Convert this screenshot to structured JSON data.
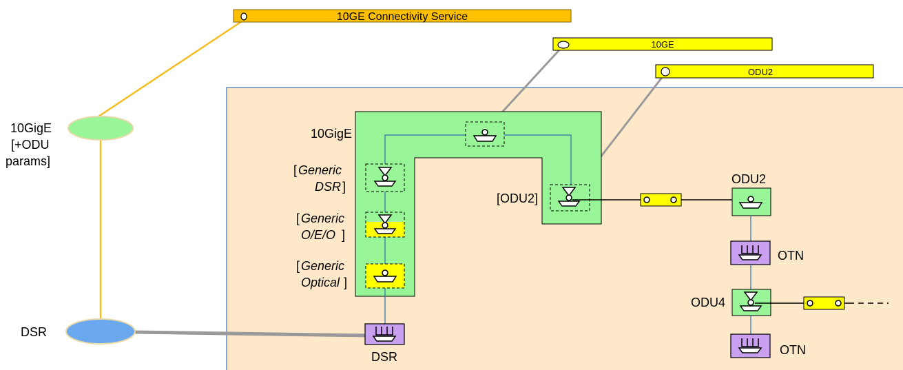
{
  "banners": {
    "service": "10GE Connectivity Service",
    "ge": "10GE",
    "odu2": "ODU2"
  },
  "left": {
    "top_line1": "10GigE",
    "top_line2": "[+ODU",
    "top_line3": "params]",
    "bottom": "DSR"
  },
  "main": {
    "label_10gige": "10GigE",
    "generic_dsr": {
      "open": "[",
      "line1": "Generic",
      "line2": "DSR",
      "close": "]"
    },
    "generic_oeo": {
      "open": "[",
      "line1": "Generic",
      "line2": "O/E/O",
      "close": "]"
    },
    "generic_optical": {
      "open": "[",
      "line1": "Generic",
      "line2": "Optical",
      "close": "]"
    },
    "odu2_bracket": "[ODU2]",
    "dsr_label": "DSR",
    "odu2_label": "ODU2",
    "otn_top": "OTN",
    "odu4_label": "ODU4",
    "otn_bottom": "OTN"
  },
  "colors": {
    "panel_bg": "#fde9c9",
    "panel_border": "#5b8ec6",
    "green": "#98f598",
    "yellow": "#ffff00",
    "orange": "#ffc000",
    "purple": "#c9a0f0",
    "blue_ellipse": "#6aa9ef",
    "orange_line": "#f5bd1f",
    "gray_line": "#999999"
  }
}
